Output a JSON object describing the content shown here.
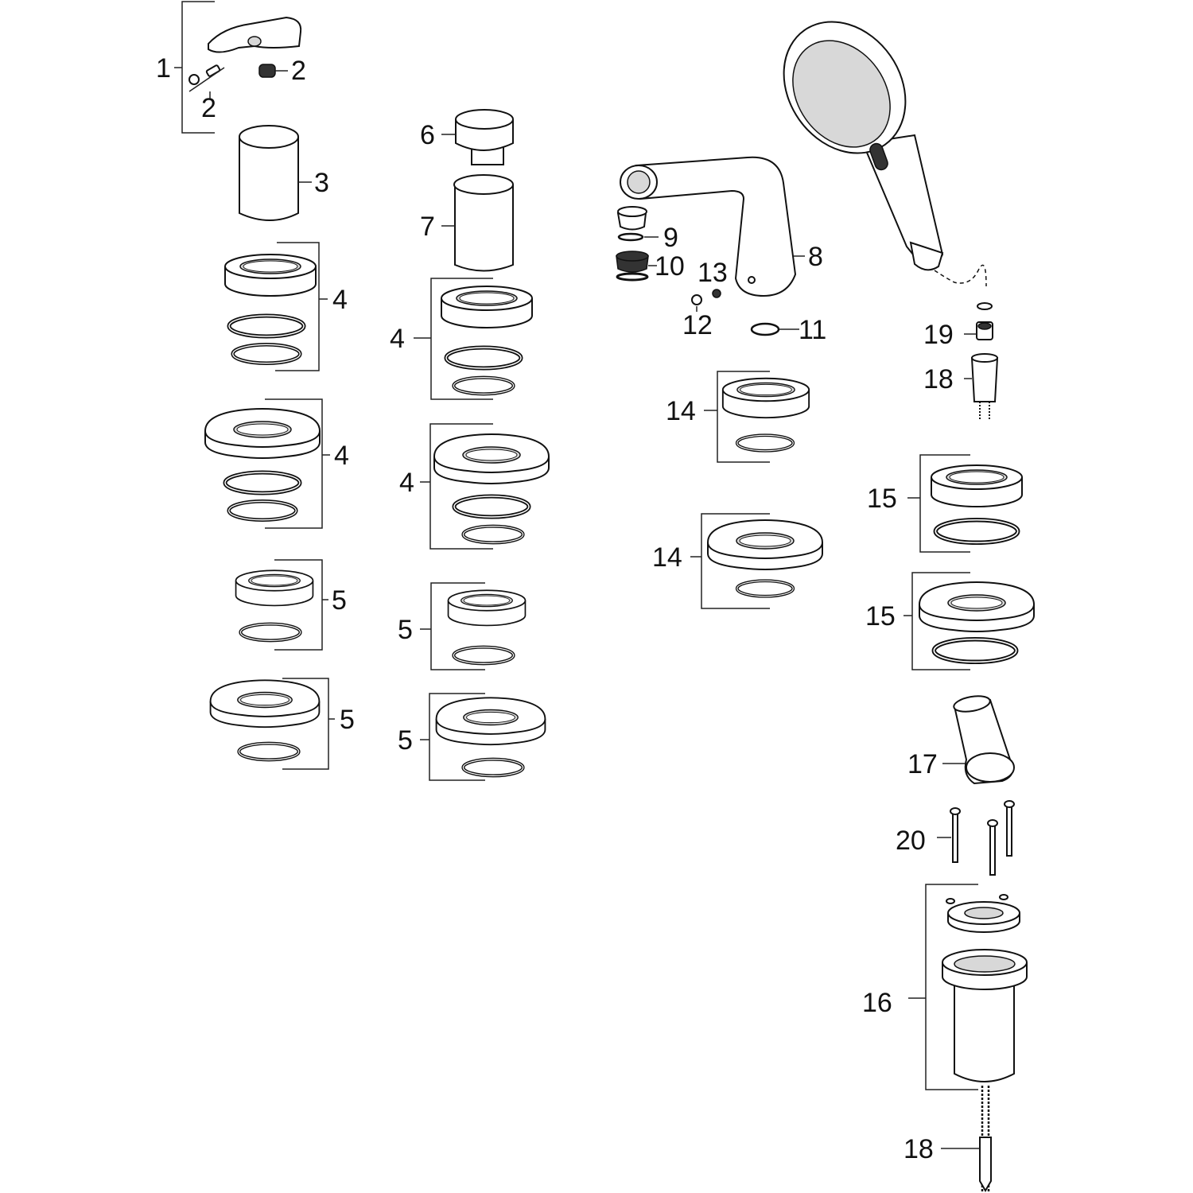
{
  "diagram": {
    "type": "exploded-parts-view",
    "callouts": [
      "1",
      "2",
      "2",
      "3",
      "4",
      "4",
      "5",
      "5",
      "6",
      "7",
      "4",
      "4",
      "5",
      "5",
      "8",
      "9",
      "10",
      "13",
      "12",
      "11",
      "14",
      "14",
      "15",
      "15",
      "19",
      "18",
      "17",
      "20",
      "16",
      "18"
    ]
  }
}
